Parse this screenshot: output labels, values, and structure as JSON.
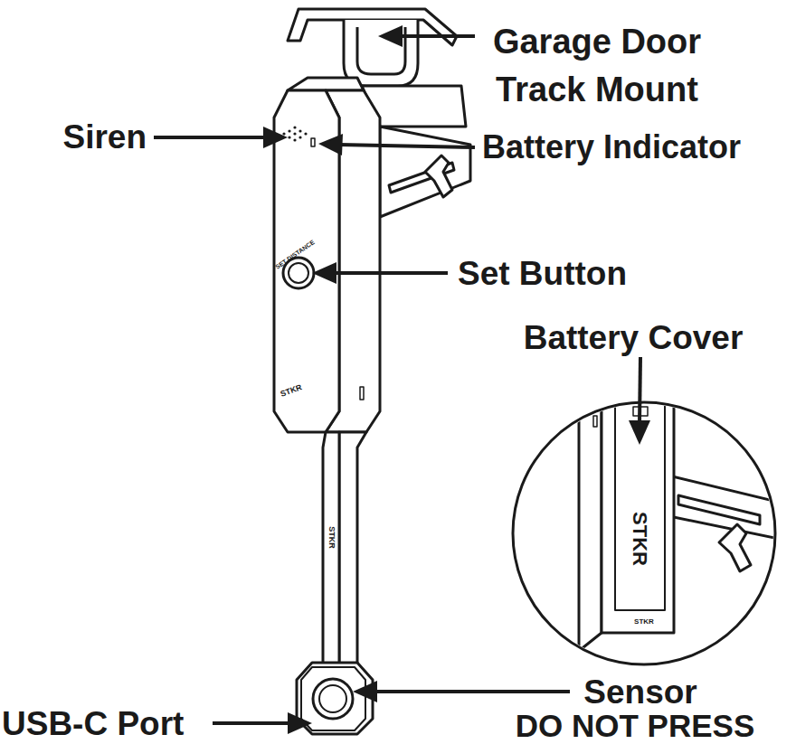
{
  "diagram": {
    "labels": [
      "Garage Door Track Mount",
      "Siren",
      "Battery Indicator",
      "Set Button",
      "Battery Cover",
      "Sensor",
      "DO NOT PRESS",
      "USB-C Port",
      "SET DISTANCE",
      "STKR",
      "STKR",
      "STKR",
      "STKR"
    ]
  }
}
